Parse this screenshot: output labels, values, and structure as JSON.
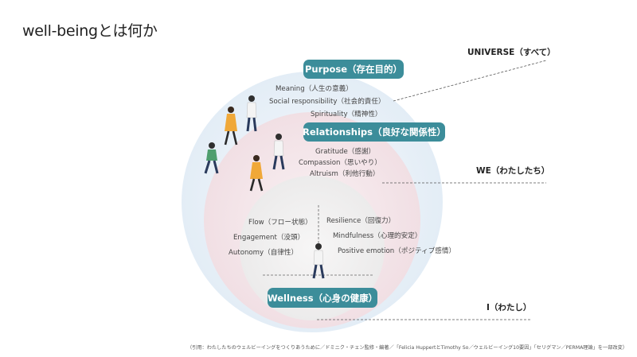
{
  "title": "well-beingとは何か",
  "purpose": {
    "label": "Purpose（存在目的）",
    "items": [
      "Meaning（人生の意義）",
      "Social responsibility（社会的責任）",
      "Spirituality（精神性）"
    ]
  },
  "relationships": {
    "label": "Relationships（良好な関係性）",
    "items": [
      "Gratitude（感謝）",
      "Compassion（思いやり）",
      "Altruism（利他行動）"
    ]
  },
  "wellness": {
    "label": "Wellness（心身の健康）",
    "left_items": [
      "Flow（フロー状態）",
      "Engagement（没頭）",
      "Autonomy（自律性）"
    ],
    "right_items": [
      "Resilience（回復力）",
      "Mindfulness（心理的安定）",
      "Positive emotion（ポジティブ感情）"
    ]
  },
  "levels": {
    "universe": "UNIVERSE（すべて）",
    "we": "WE（わたしたち）",
    "i": "I（わたし）"
  },
  "citation": "（引用：わたしたちのウェルビーイングをつくりあうために／ドミニク・チェン監修・編著／「Felicia HuppertとTimothy So／ウェルビーイング10要因」「セリグマン／PERMA理論」を一部改変）",
  "colors": {
    "accent": "#3c8d9a",
    "outer_circle": "#e7eff7",
    "middle_circle": "#f2e4e8",
    "inner_circle": "#f2f1f1"
  }
}
